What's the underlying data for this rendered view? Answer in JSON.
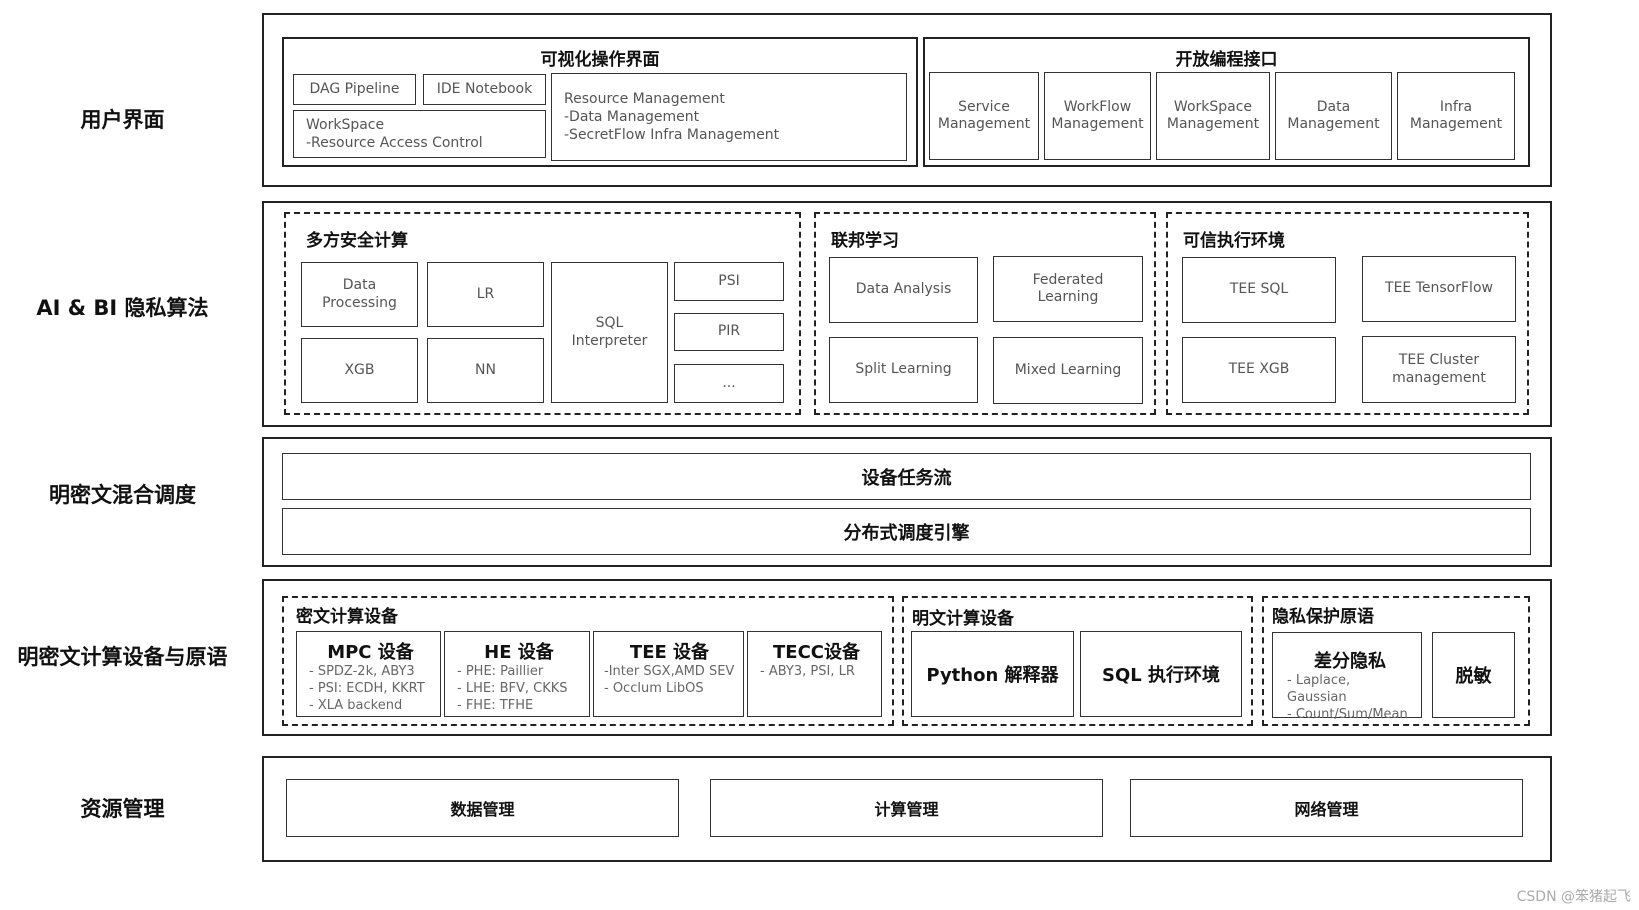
{
  "layers": [
    {
      "label": "用户界面"
    },
    {
      "label": "AI & BI 隐私算法"
    },
    {
      "label": "明密文混合调度"
    },
    {
      "label": "明密文计算设备与原语"
    },
    {
      "label": "资源管理"
    }
  ],
  "ui": {
    "visual": {
      "title": "可视化操作界面",
      "dag": "DAG Pipeline",
      "ide": "IDE Notebook",
      "workspace": "WorkSpace\n-Resource Access Control",
      "resource": "Resource Management\n-Data Management\n-SecretFlow Infra Management"
    },
    "api": {
      "title": "开放编程接口",
      "items": [
        "Service\nManagement",
        "WorkFlow\nManagement",
        "WorkSpace\nManagement",
        "Data\nManagement",
        "Infra\nManagement"
      ]
    }
  },
  "algo": {
    "mpc": {
      "title": "多方安全计算",
      "data_processing": "Data\nProcessing",
      "lr": "LR",
      "xgb": "XGB",
      "nn": "NN",
      "sql": "SQL\nInterpreter",
      "psi": "PSI",
      "pir": "PIR",
      "more": "..."
    },
    "fl": {
      "title": "联邦学习",
      "items": [
        "Data Analysis",
        "Federated\nLearning",
        "Split Learning",
        "Mixed Learning"
      ]
    },
    "tee": {
      "title": "可信执行环境",
      "items": [
        "TEE  SQL",
        "TEE  TensorFlow",
        "TEE  XGB",
        "TEE  Cluster\nmanagement"
      ]
    }
  },
  "sched": {
    "bar1": "设备任务流",
    "bar2": "分布式调度引擎"
  },
  "device": {
    "cipher": {
      "title": "密文计算设备",
      "items": [
        {
          "head": "MPC 设备",
          "lines": "- SPDZ-2k, ABY3\n- PSI: ECDH, KKRT\n- XLA backend"
        },
        {
          "head": "HE 设备",
          "lines": "- PHE: Paillier\n- LHE: BFV, CKKS\n- FHE: TFHE"
        },
        {
          "head": "TEE 设备",
          "lines": "-Inter SGX,AMD SEV\n- Occlum LibOS"
        },
        {
          "head": "TECC设备",
          "lines": "- ABY3, PSI, LR"
        }
      ]
    },
    "plain": {
      "title": "明文计算设备",
      "python": "Python 解释器",
      "sql": "SQL 执行环境"
    },
    "privacy": {
      "title": "隐私保护原语",
      "dp_head": "差分隐私",
      "dp_lines": "- Laplace, Gaussian\n- Count/Sum/Mean",
      "mask": "脱敏"
    }
  },
  "resource": {
    "items": [
      "数据管理",
      "计算管理",
      "网络管理"
    ]
  },
  "watermark": "CSDN @笨猪起飞"
}
